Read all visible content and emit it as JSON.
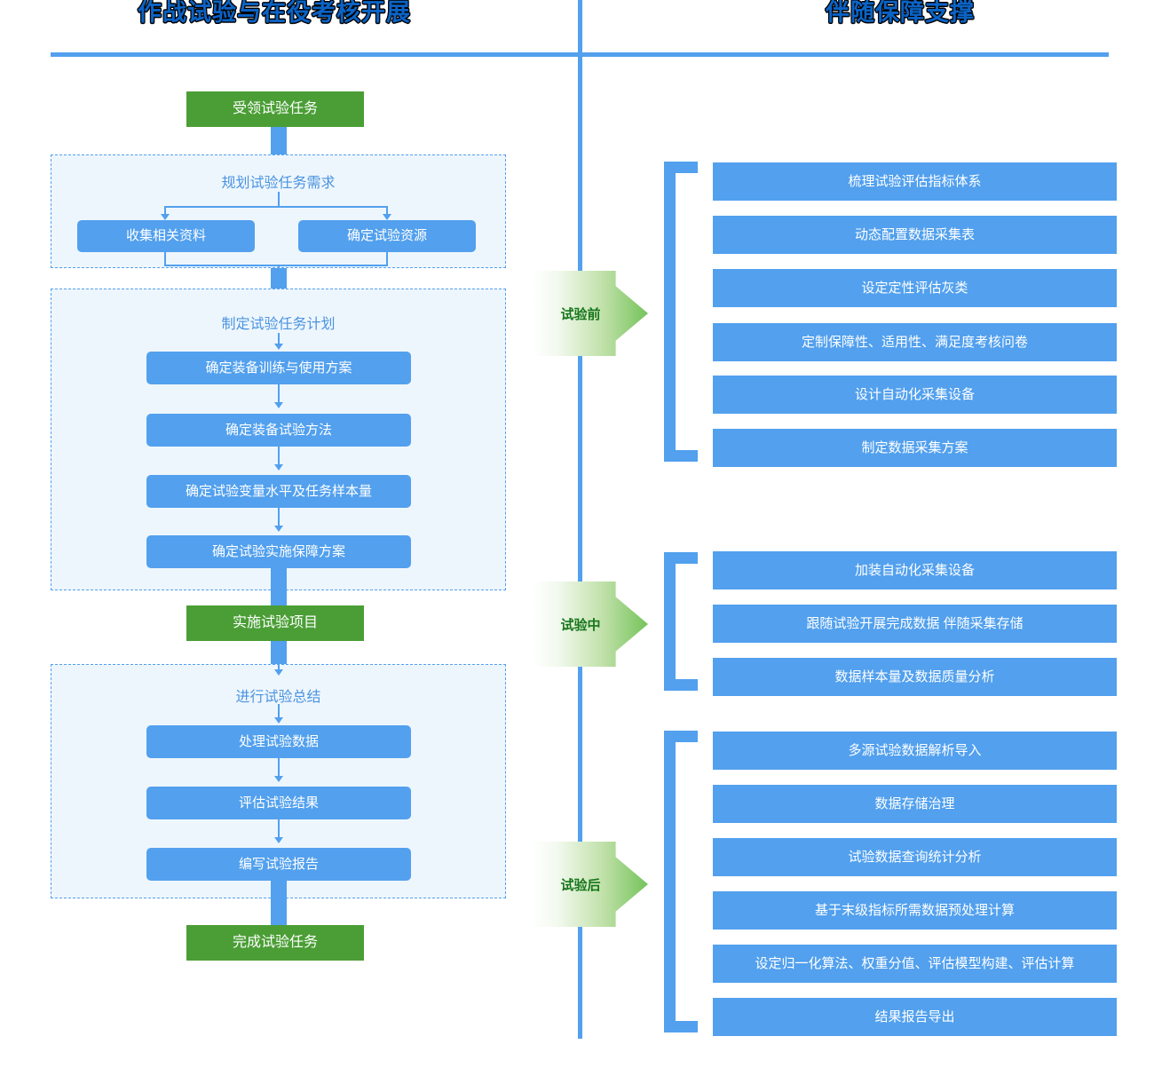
{
  "titles": {
    "left": "作战试验与在役考核开展",
    "right": "伴随保障支撑"
  },
  "left_flow": {
    "start_box": "受领试验任务",
    "end_box": "完成试验任务",
    "mid_box": "实施试验项目",
    "groups": [
      {
        "title": "规划试验任务需求",
        "layout": "parallel",
        "steps": [
          "收集相关资料",
          "确定试验资源"
        ]
      },
      {
        "title": "制定试验任务计划",
        "layout": "sequential",
        "steps": [
          "确定装备训练与使用方案",
          "确定装备试验方法",
          "确定试验变量水平及任务样本量",
          "确定试验实施保障方案"
        ]
      },
      {
        "title": "进行试验总结",
        "layout": "sequential",
        "steps": [
          "处理试验数据",
          "评估试验结果",
          "编写试验报告"
        ]
      }
    ]
  },
  "right_flow": {
    "phases": [
      {
        "label": "试验前",
        "items": [
          "梳理试验评估指标体系",
          "动态配置数据采集表",
          "设定定性评估灰类",
          "定制保障性、适用性、满足度考核问卷",
          "设计自动化采集设备",
          "制定数据采集方案"
        ]
      },
      {
        "label": "试验中",
        "items": [
          "加装自动化采集设备",
          "跟随试验开展完成数据 伴随采集存储",
          "数据样本量及数据质量分析"
        ]
      },
      {
        "label": "试验后",
        "items": [
          "多源试验数据解析导入",
          "数据存储治理",
          "试验数据查询统计分析",
          "基于末级指标所需数据预处理计算",
          "设定归一化算法、权重分值、评估模型构建、评估计算",
          "结果报告导出"
        ]
      }
    ]
  },
  "colors": {
    "blue": "#52a0ee",
    "green": "#4a9e35",
    "panel_fill": "#eef6fd",
    "panel_border": "#52a0ee",
    "title_blue": "#0b63c5",
    "chevron_text": "#17761b"
  }
}
